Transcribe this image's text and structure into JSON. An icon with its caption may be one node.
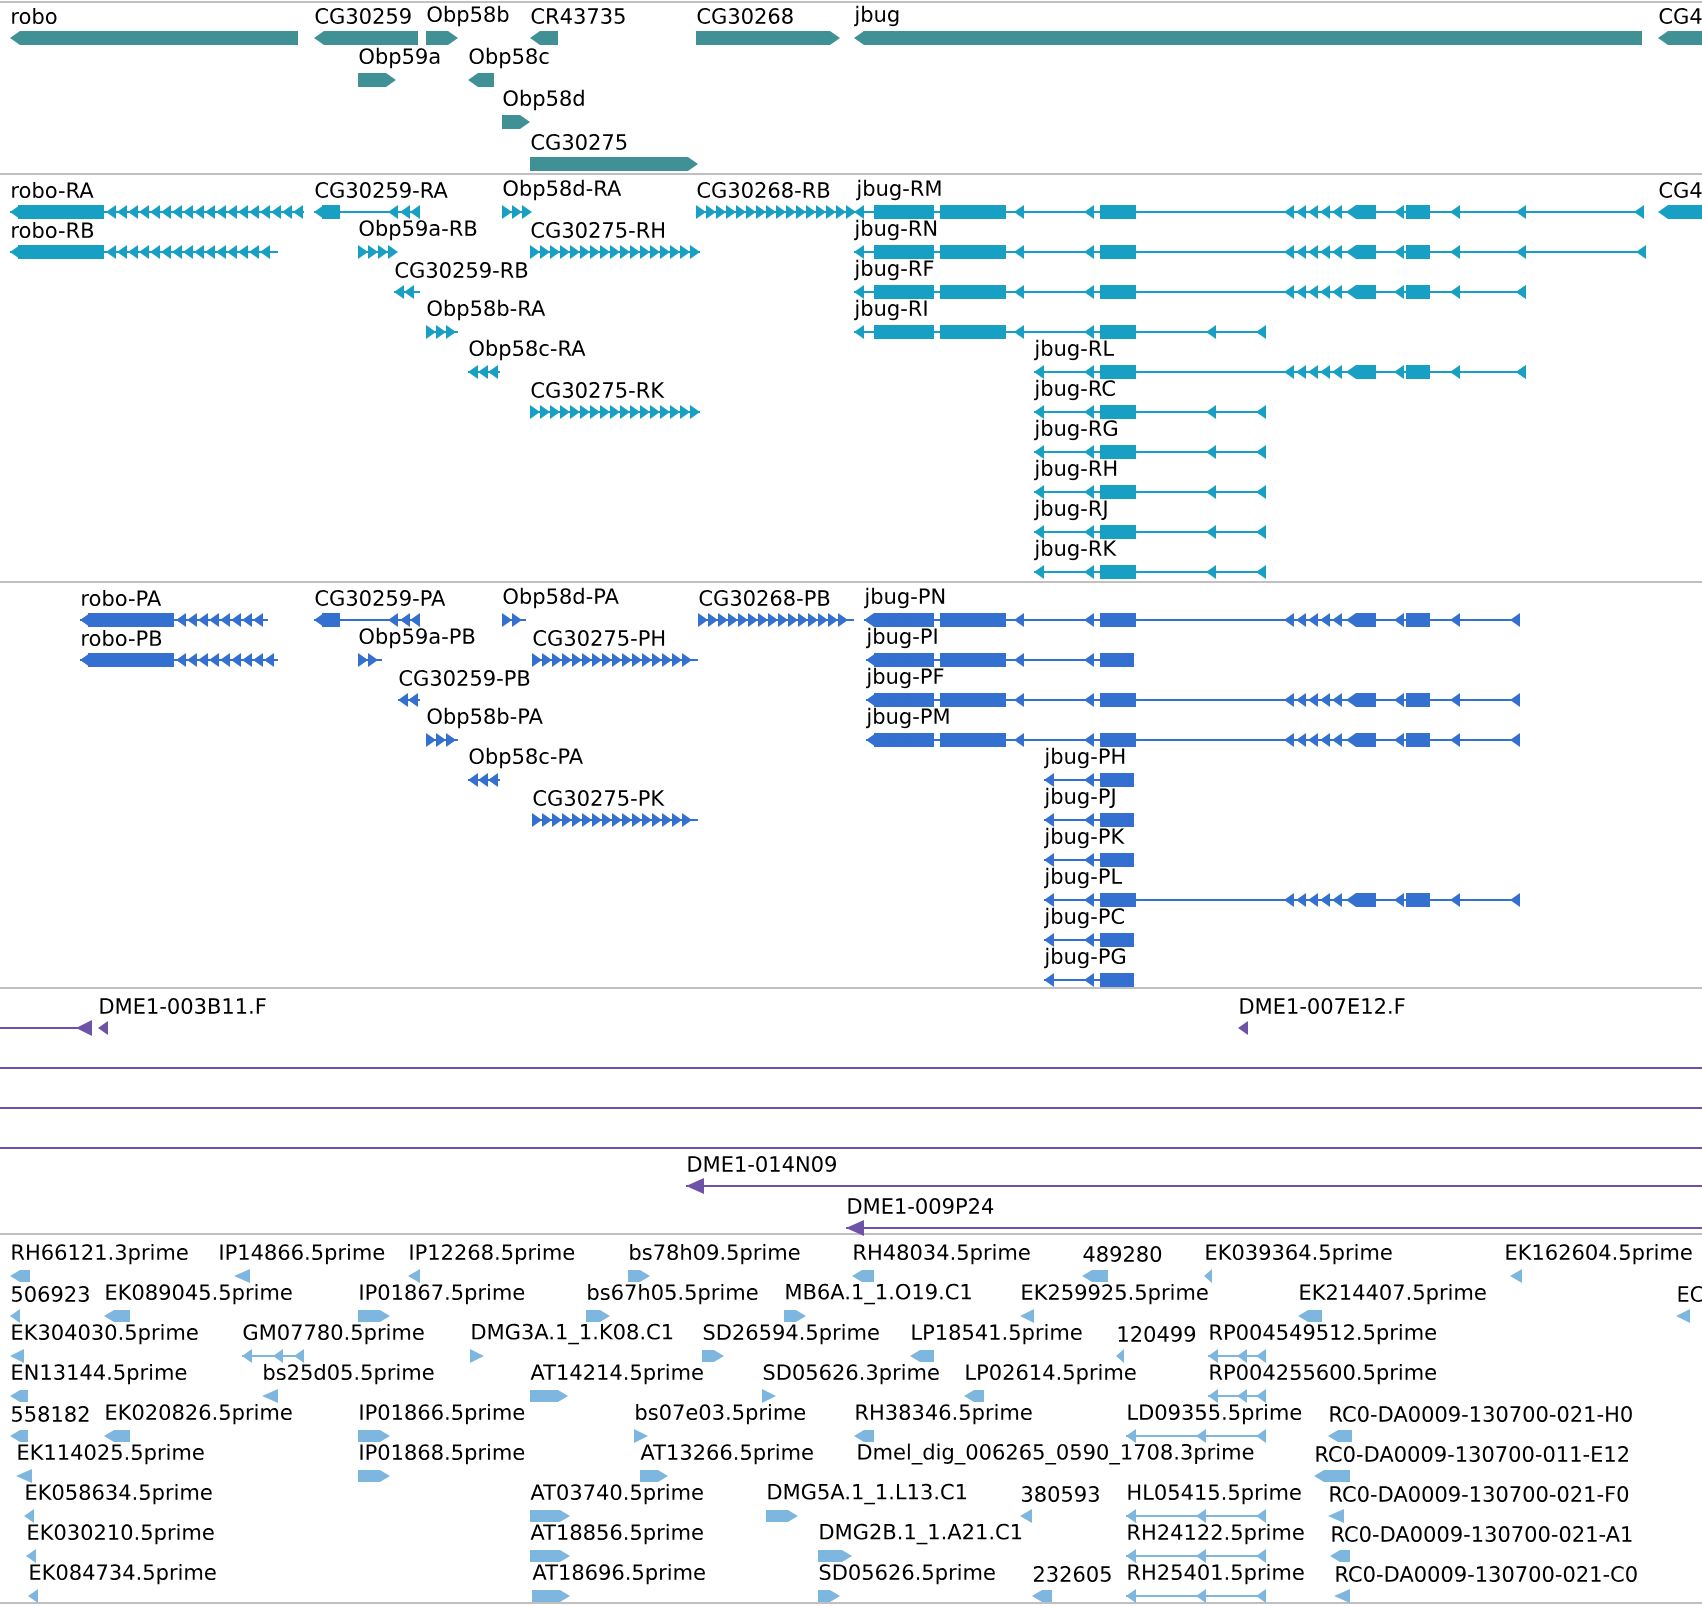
{
  "diagram": {
    "labels": [
      "robo",
      "CG30259",
      "Obp58b",
      "CR43735",
      "CG30268",
      "jbug",
      "CG4",
      "Obp59a",
      "Obp58c",
      "Obp58d",
      "CG30275",
      "robo-RA",
      "CG30259-RA",
      "Obp58d-RA",
      "CG30268-RB",
      "jbug-RM",
      "CG4",
      "robo-RB",
      "Obp59a-RB",
      "CG30275-RH",
      "jbug-RN",
      "CG30259-RB",
      "jbug-RF",
      "Obp58b-RA",
      "jbug-RI",
      "Obp58c-RA",
      "jbug-RL",
      "CG30275-RK",
      "jbug-RC",
      "jbug-RG",
      "jbug-RH",
      "jbug-RJ",
      "jbug-RK",
      "robo-PA",
      "CG30259-PA",
      "Obp58d-PA",
      "CG30268-PB",
      "jbug-PN",
      "robo-PB",
      "Obp59a-PB",
      "CG30275-PH",
      "jbug-PI",
      "CG30259-PB",
      "jbug-PF",
      "Obp58b-PA",
      "jbug-PM",
      "Obp58c-PA",
      "jbug-PH",
      "CG30275-PK",
      "jbug-PJ",
      "jbug-PK",
      "jbug-PL",
      "jbug-PC",
      "jbug-PG",
      "DME1-003B11.F",
      "DME1-007E12.F",
      "DME1-014N09",
      "DME1-009P24",
      "RH66121.3prime",
      "IP14866.5prime",
      "IP12268.5prime",
      "bs78h09.5prime",
      "RH48034.5prime",
      "489280",
      "EK039364.5prime",
      "EK162604.5prime",
      "506923",
      "EK089045.5prime",
      "IP01867.5prime",
      "bs67h05.5prime",
      "MB6A.1_1.O19.C1",
      "EK259925.5prime",
      "EK214407.5prime",
      "EC",
      "EK304030.5prime",
      "GM07780.5prime",
      "DMG3A.1_1.K08.C1",
      "SD26594.5prime",
      "LP18541.5prime",
      "120499",
      "RP004549512.5prime",
      "EN13144.5prime",
      "bs25d05.5prime",
      "AT14214.5prime",
      "SD05626.3prime",
      "LP02614.5prime",
      "RP004255600.5prime",
      "558182",
      "EK020826.5prime",
      "IP01866.5prime",
      "bs07e03.5prime",
      "RH38346.5prime",
      "LD09355.5prime",
      "RC0-DA0009-130700-021-H0",
      "EK114025.5prime",
      "IP01868.5prime",
      "AT13266.5prime",
      "Dmel_dig_006265_0590_1708.3prime",
      "RC0-DA0009-130700-011-E12",
      "EK058634.5prime",
      "AT03740.5prime",
      "DMG5A.1_1.L13.C1",
      "380593",
      "HL05415.5prime",
      "RC0-DA0009-130700-021-F0",
      "EK030210.5prime",
      "AT18856.5prime",
      "DMG2B.1_1.A21.C1",
      "RH24122.5prime",
      "RC0-DA0009-130700-021-A1",
      "EK084734.5prime",
      "AT18696.5prime",
      "SD05626.5prime",
      "232605",
      "RH25401.5prime",
      "RC0-DA0009-130700-021-C0"
    ]
  }
}
